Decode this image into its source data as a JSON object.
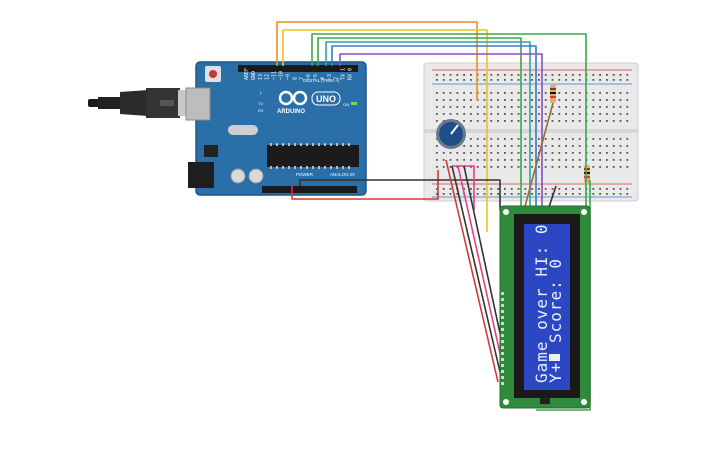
{
  "arduino": {
    "brand": "ARDUINO",
    "model": "UNO",
    "digital_label": "DIGITAL (PWM ~)",
    "power_label": "POWER",
    "analog_label": "ANALOG IN",
    "on_label": "ON",
    "tx_label": "TX",
    "rx_label": "RX",
    "l_label": "L",
    "pin_labels_top": [
      "AREF",
      "GND",
      "13",
      "12",
      "~11",
      "~10",
      "~9",
      "8",
      "7",
      "~6",
      "~5",
      "4",
      "~3",
      "2",
      "TX 1",
      "RX 0"
    ]
  },
  "lcd": {
    "line1": "Game over HI: 0",
    "line2": "Score: 0",
    "line2_prefix": "Y+"
  },
  "colors": {
    "board": "#2a6fa8",
    "board_edge": "#1d5686",
    "breadboard": "#e9e9e9",
    "lcd_pcb": "#2f8a3c",
    "lcd_screen": "#2c47c4",
    "wire_orange": "#e8901e",
    "wire_yellow": "#e8c51e",
    "wire_green": "#3aa845",
    "wire_teal": "#26a6a0",
    "wire_blue": "#3a78c8",
    "wire_purple": "#8a4fc0",
    "wire_red": "#d23a3a",
    "wire_black": "#333333",
    "wire_pink": "#e0408a",
    "wire_brown": "#9a6a3a"
  }
}
